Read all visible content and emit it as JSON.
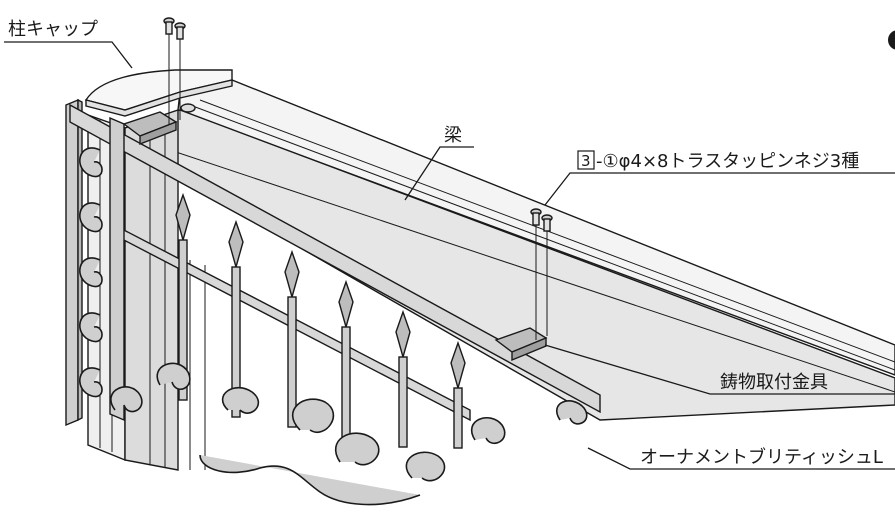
{
  "labels": {
    "post_cap": "柱キャップ",
    "beam": "梁",
    "screw_box": "3",
    "screw_rest": "-①φ4×8トラスタッピンネジ3種",
    "casting_bracket": "鋳物取付金具",
    "ornament": "オーナメントブリティッシュL"
  },
  "colors": {
    "line": "#1a1a1a",
    "fill_light": "#efefef",
    "fill_mid": "#cfcfcf",
    "fill_dark": "#9a9a9a"
  }
}
